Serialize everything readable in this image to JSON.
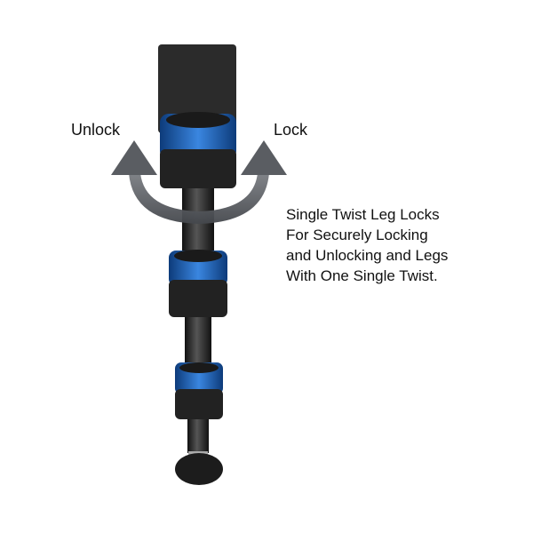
{
  "labels": {
    "unlock": "Unlock",
    "lock": "Lock"
  },
  "description": {
    "lines": [
      "Single Twist Leg Locks",
      "For Securely Locking",
      "and Unlocking and Legs",
      "With One Single Twist."
    ]
  },
  "colors": {
    "accent_blue": "#1e5fb8",
    "pole": "#2a2a2a",
    "arrow": "#5a5d62"
  }
}
